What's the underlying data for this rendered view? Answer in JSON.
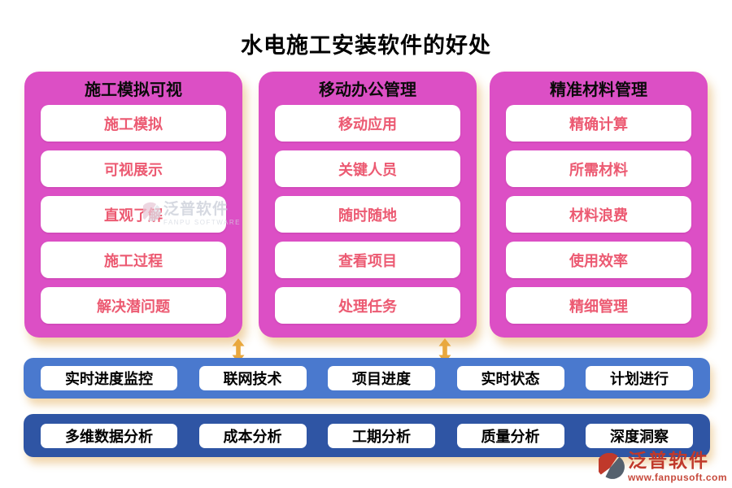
{
  "title": "水电施工安装软件的好处",
  "panels": [
    {
      "header": "施工模拟可视",
      "items": [
        "施工模拟",
        "可视展示",
        "直观了解",
        "施工过程",
        "解决潜问题"
      ]
    },
    {
      "header": "移动办公管理",
      "items": [
        "移动应用",
        "关键人员",
        "随时随地",
        "查看项目",
        "处理任务"
      ]
    },
    {
      "header": "精准材料管理",
      "items": [
        "精确计算",
        "所需材料",
        "材料浪费",
        "使用效率",
        "精细管理"
      ]
    }
  ],
  "bars": [
    {
      "items": [
        "实时进度监控",
        "联网技术",
        "项目进度",
        "实时状态",
        "计划进行"
      ]
    },
    {
      "items": [
        "多维数据分析",
        "成本分析",
        "工期分析",
        "质量分析",
        "深度洞察"
      ]
    }
  ],
  "watermark": {
    "name": "泛普软件",
    "sub": "FANPU SOFTWARE"
  },
  "logo": {
    "name": "泛普软件",
    "url": "www.fanpusoft.com"
  },
  "colors": {
    "panel": "#DC4FC5",
    "panel_item_text": "#EC5A72",
    "bar1": "#4A79CE",
    "bar2": "#2F55A4",
    "arrow": "#E9A83E",
    "logo_red": "#C0392B",
    "watermark_gray": "#C9CDD8"
  }
}
